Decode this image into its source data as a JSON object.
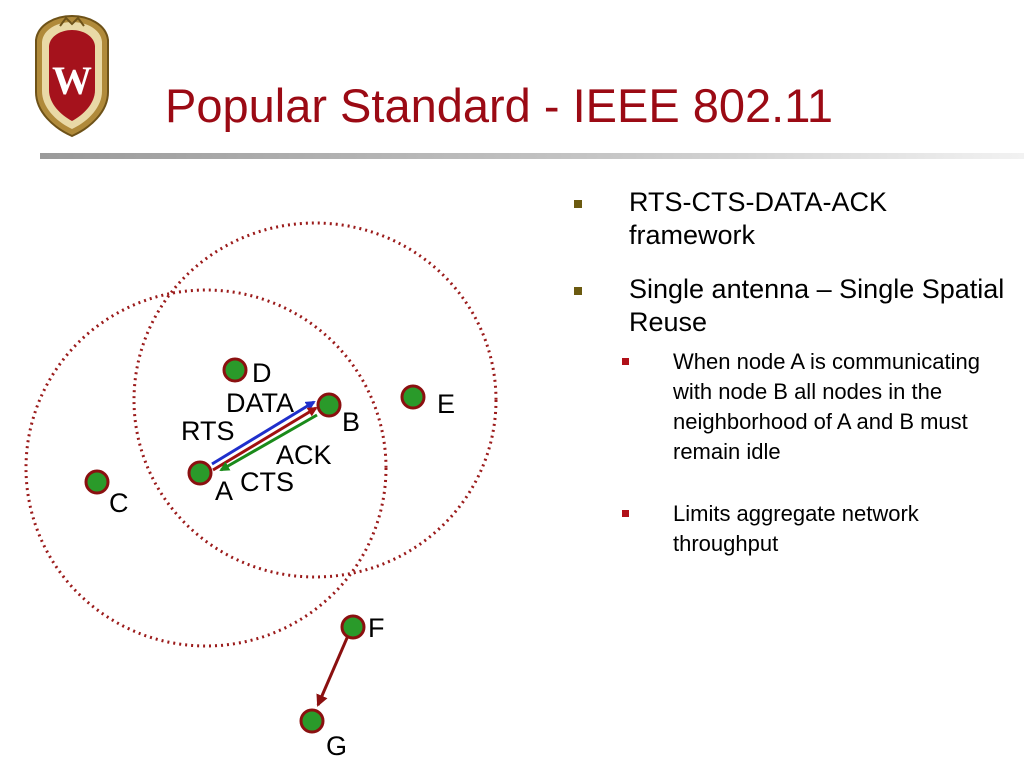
{
  "slide": {
    "title": "Popular Standard - IEEE 802.11",
    "logo_icon": "uw-crest-icon",
    "logo_text": "W"
  },
  "colors": {
    "title": "#9b0a14",
    "node_fill": "#2a9a2a",
    "range_circle": "#9b1b1b",
    "rts_arrow": "#1f2fcc",
    "data_arrow": "#a01010",
    "cts_ack_arrow": "#1a8a1a",
    "fg_arrow": "#8b1010",
    "bullet_l1": "#6b5a10",
    "bullet_l2": "#b01018"
  },
  "diagram": {
    "nodes": [
      {
        "id": "A",
        "label": "A"
      },
      {
        "id": "B",
        "label": "B"
      },
      {
        "id": "C",
        "label": "C"
      },
      {
        "id": "D",
        "label": "D"
      },
      {
        "id": "E",
        "label": "E"
      },
      {
        "id": "F",
        "label": "F"
      },
      {
        "id": "G",
        "label": "G"
      }
    ],
    "messages": {
      "rts": "RTS",
      "data": "DATA",
      "ack": "ACK",
      "cts": "CTS"
    },
    "range_circles": [
      {
        "center_node": "A",
        "style": "dotted"
      },
      {
        "center_node": "B",
        "style": "dotted"
      }
    ],
    "edges": [
      {
        "from": "A",
        "to": "B",
        "message": "RTS"
      },
      {
        "from": "A",
        "to": "B",
        "message": "DATA"
      },
      {
        "from": "B",
        "to": "A",
        "message": "CTS"
      },
      {
        "from": "B",
        "to": "A",
        "message": "ACK"
      },
      {
        "from": "F",
        "to": "G",
        "message": ""
      }
    ]
  },
  "bullets": [
    {
      "text": "RTS-CTS-DATA-ACK framework",
      "children": []
    },
    {
      "text": "Single antenna – Single Spatial Reuse",
      "children": [
        {
          "text": "When node A is communicating with node B all nodes in the neighborhood of A and B must remain idle"
        },
        {
          "text": "Limits aggregate network throughput"
        }
      ]
    }
  ]
}
